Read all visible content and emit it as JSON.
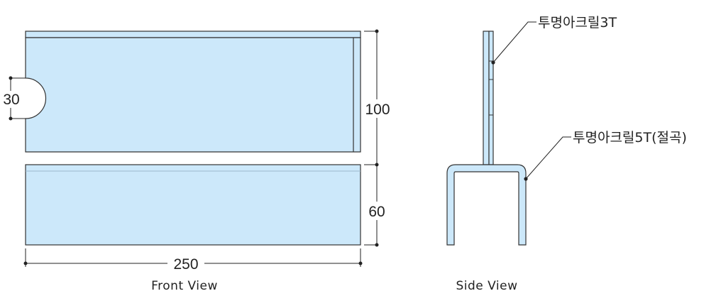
{
  "dimensions": {
    "width": "250",
    "height_upper": "100",
    "height_lower": "60",
    "cutout": "30"
  },
  "callouts": {
    "upper_panel": "투명아크릴3T",
    "lower_base": "투명아크릴5T(절곡)"
  },
  "captions": {
    "front": "Front View",
    "side": "Side View"
  },
  "colors": {
    "panel_fill": "#cce8fa",
    "stroke": "#333333",
    "dim_line": "#222222",
    "background": "#ffffff"
  }
}
